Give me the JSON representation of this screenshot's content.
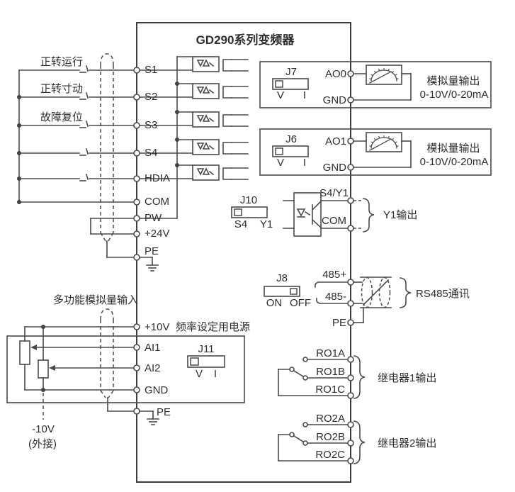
{
  "title": "GD290系列变频器",
  "colors": {
    "line": "#4a4a4a",
    "background": "#ffffff",
    "text": "#2e2e2e"
  },
  "digital_inputs": {
    "switch_labels": [
      "正转运行",
      "正转寸动",
      "故障复位"
    ],
    "terminals": [
      "S1",
      "S2",
      "S3",
      "S4",
      "HDIA"
    ],
    "com": "COM",
    "pw": "PW",
    "p24": "+24V",
    "pe": "PE"
  },
  "analog_inputs": {
    "header": "多功能模拟量输入",
    "p10": "+10V",
    "p10_note": "频率设定用电源",
    "ai1": "AI1",
    "ai2": "AI2",
    "gnd": "GND",
    "pe": "PE",
    "ext": "-10V",
    "ext_note": "(外接)",
    "jumper": {
      "name": "J11",
      "left": "V",
      "right": "I"
    }
  },
  "analog_outputs": [
    {
      "jumper": {
        "name": "J7",
        "left": "V",
        "right": "I"
      },
      "terminal": "AO0",
      "gnd": "GND",
      "line1": "模拟量输出",
      "line2": "0-10V/0-20mA"
    },
    {
      "jumper": {
        "name": "J6",
        "left": "V",
        "right": "I"
      },
      "terminal": "AO1",
      "gnd": "GND",
      "line1": "模拟量输出",
      "line2": "0-10V/0-20mA"
    }
  ],
  "y1_output": {
    "jumper": {
      "name": "J10",
      "left": "S4",
      "right": "Y1"
    },
    "terminal": "S4/Y1",
    "com": "COM",
    "caption": "Y1输出"
  },
  "rs485": {
    "jumper": {
      "name": "J8",
      "left": "ON",
      "right": "OFF"
    },
    "plus": "485+",
    "minus": "485-",
    "pe": "PE",
    "caption": "RS485通讯"
  },
  "relays": [
    {
      "a": "RO1A",
      "b": "RO1B",
      "c": "RO1C",
      "caption": "继电器1输出"
    },
    {
      "a": "RO2A",
      "b": "RO2B",
      "c": "RO2C",
      "caption": "继电器2输出"
    }
  ]
}
